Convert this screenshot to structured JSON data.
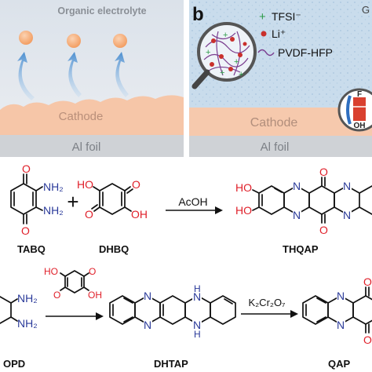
{
  "panel_a": {
    "title": "Organic electrolyte",
    "cathode": "Cathode",
    "foil": "Al foil"
  },
  "panel_b": {
    "letter": "b",
    "corner_letter": "G",
    "legend": {
      "tfsi": "TFSI⁻",
      "li": "Li⁺",
      "polymer": "PVDF-HFP"
    },
    "cathode": "Cathode",
    "foil": "Al foil",
    "magnet_top": "F",
    "magnet_bottom": "OH"
  },
  "reaction1": {
    "reactant1": "TABQ",
    "reactant2": "DHBQ",
    "plus": "+",
    "reagent": "AcOH",
    "product": "THQAP"
  },
  "reaction2": {
    "reactant1": "OPD",
    "intermediate": "DHTAP",
    "reagent": "K₂Cr₂O₇",
    "product": "QAP"
  },
  "atoms": {
    "O": "O",
    "HO": "HO",
    "OH": "OH",
    "N": "N",
    "NH2": "NH₂",
    "NH": "NH",
    "H": "H"
  },
  "colors": {
    "electrolyte_top": "#dde4ec",
    "electrolyte_bottom": "#eaedf1",
    "gel": "#c8dbeb",
    "cathode": "#f6c9ad",
    "foil": "#cfd2d6",
    "particle": "#f5a56c",
    "arrow": "#5b9ad6",
    "oxygen": "#e0202a",
    "nitrogen": "#2a3a9a"
  }
}
